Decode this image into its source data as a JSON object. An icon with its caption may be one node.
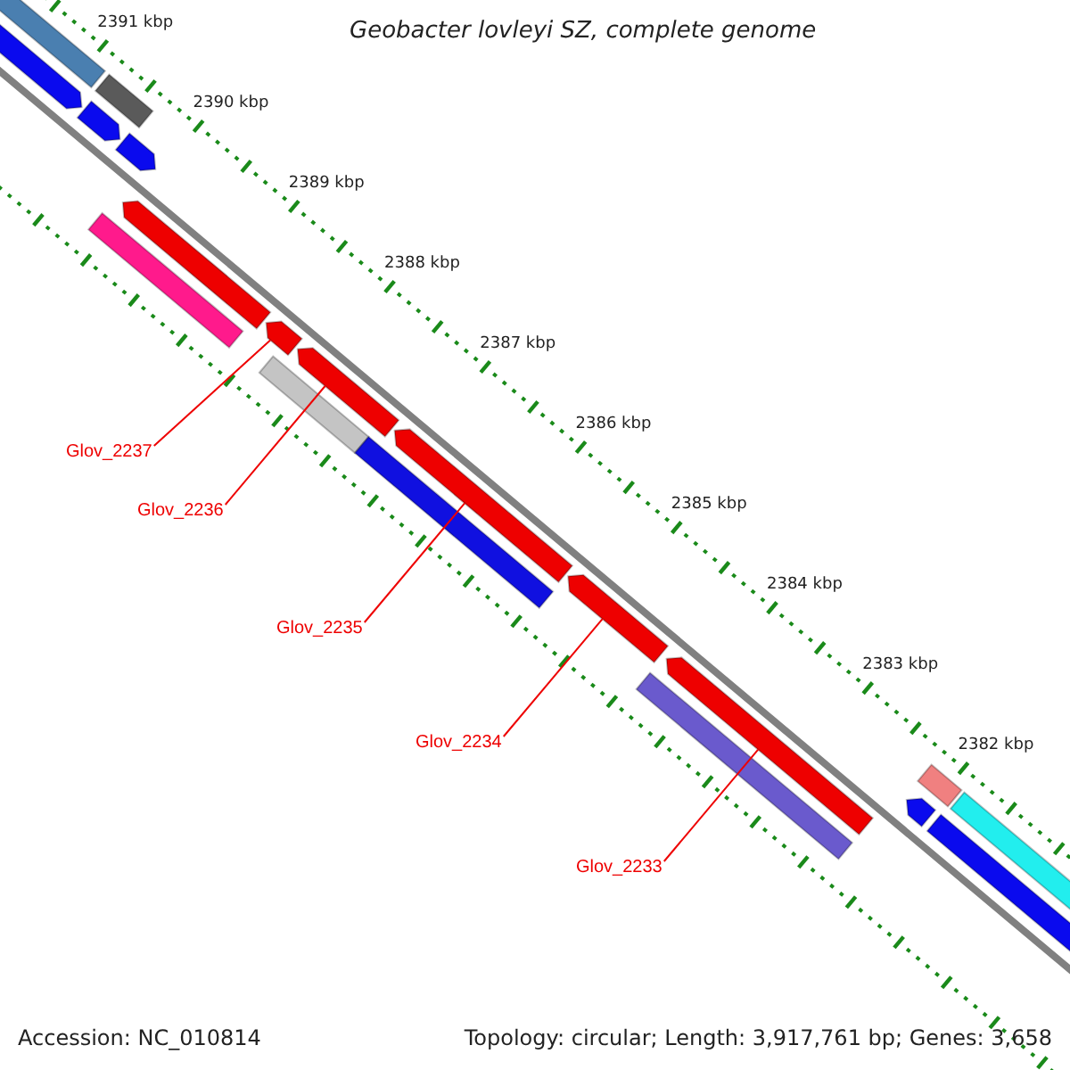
{
  "diagram": {
    "title": "Geobacter lovleyi SZ, complete genome",
    "nodes": [
      {
        "text": [],
        "shape": "bar"
      },
      {
        "text": [],
        "shape": "arrow"
      },
      {
        "text": [],
        "shape": "bar"
      },
      {
        "text": [],
        "shape": "arrow"
      },
      {
        "text": [],
        "shape": "arrow"
      },
      {
        "text": [],
        "shape": "bar"
      },
      {
        "text": [],
        "shape": "arrow"
      },
      {
        "text": [],
        "shape": "arrow"
      },
      {
        "text": [],
        "shape": "bar"
      },
      {
        "text": [],
        "shape": "arrow"
      },
      {
        "text": [],
        "shape": "bar"
      },
      {
        "text": [],
        "shape": "arrow"
      },
      {
        "text": [],
        "shape": "arrow"
      },
      {
        "text": [],
        "shape": "bar"
      },
      {
        "text": [],
        "shape": "arrow"
      },
      {
        "text": [],
        "shape": "bar"
      },
      {
        "text": [],
        "shape": "arrow"
      },
      {
        "text": [],
        "shape": "bar"
      },
      {
        "text": [],
        "shape": "bar"
      },
      {
        "text": [
          "Glov_2237"
        ]
      },
      {
        "text": [
          "Glov_2236"
        ]
      },
      {
        "text": [
          "Glov_2235"
        ]
      },
      {
        "text": [
          "Glov_2234"
        ]
      },
      {
        "text": [
          "Glov_2233"
        ]
      }
    ],
    "edges": [
      {
        "from": 19,
        "to": 7,
        "arrow": "none"
      },
      {
        "from": 20,
        "to": 9,
        "arrow": "none"
      },
      {
        "from": 21,
        "to": 11,
        "arrow": "none"
      },
      {
        "from": 22,
        "to": 12,
        "arrow": "none"
      },
      {
        "from": 23,
        "to": 14,
        "arrow": "none"
      }
    ],
    "labels": [
      "2391 kbp",
      "2390 kbp",
      "2389 kbp",
      "2388 kbp",
      "2387 kbp",
      "2386 kbp",
      "2385 kbp",
      "2384 kbp",
      "2383 kbp",
      "2382 kbp",
      "Accession: NC_010814",
      "Topology: circular; Length: 3,917,761 bp; Genes: 3,658"
    ]
  }
}
